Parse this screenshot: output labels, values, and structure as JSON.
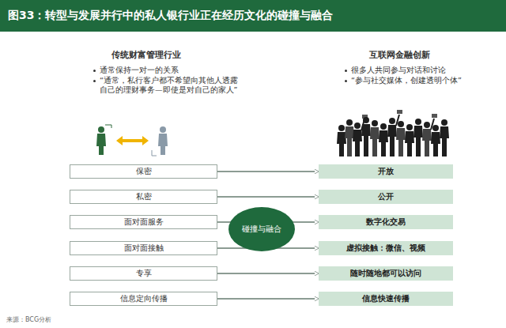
{
  "diagram": {
    "title": "图33：转型与发展并行中的私人银行业正在经历文化的碰撞与融合",
    "nodes": [
      {
        "text": [
          "保密"
        ]
      },
      {
        "text": [
          "私密"
        ]
      },
      {
        "text": [
          "面对面服务"
        ]
      },
      {
        "text": [
          "面对面接触"
        ]
      },
      {
        "text": [
          "专享"
        ]
      },
      {
        "text": [
          "信息定向传播"
        ]
      },
      {
        "text": [
          "碰撞与融合"
        ]
      },
      {
        "text": [
          "开放"
        ]
      },
      {
        "text": [
          "公开"
        ]
      },
      {
        "text": [
          "数字化交易"
        ]
      },
      {
        "text": [
          "虚拟接触：微信、视频"
        ]
      },
      {
        "text": [
          "随时随地都可以访问"
        ]
      },
      {
        "text": [
          "信息快速传播"
        ]
      }
    ],
    "edges": [
      {
        "from": 0,
        "to": 7,
        "arrow": "to"
      },
      {
        "from": 1,
        "to": 8,
        "arrow": "to"
      },
      {
        "from": 2,
        "to": 9,
        "arrow": "to"
      },
      {
        "from": 3,
        "to": 10,
        "arrow": "to"
      },
      {
        "from": 4,
        "to": 11,
        "arrow": "to"
      },
      {
        "from": 5,
        "to": 12,
        "arrow": "to"
      }
    ],
    "labels": [
      "传统财富管理行业",
      "通常保持一对一的关系",
      "“通常，私行客户都不希望向其他人透露自己的理财事务—即使是对自己的家人”",
      "互联网金融创新",
      "很多人共同参与对话和讨论",
      "“参与社交媒体，创建透明个体”",
      "来源：BCG分析"
    ]
  }
}
